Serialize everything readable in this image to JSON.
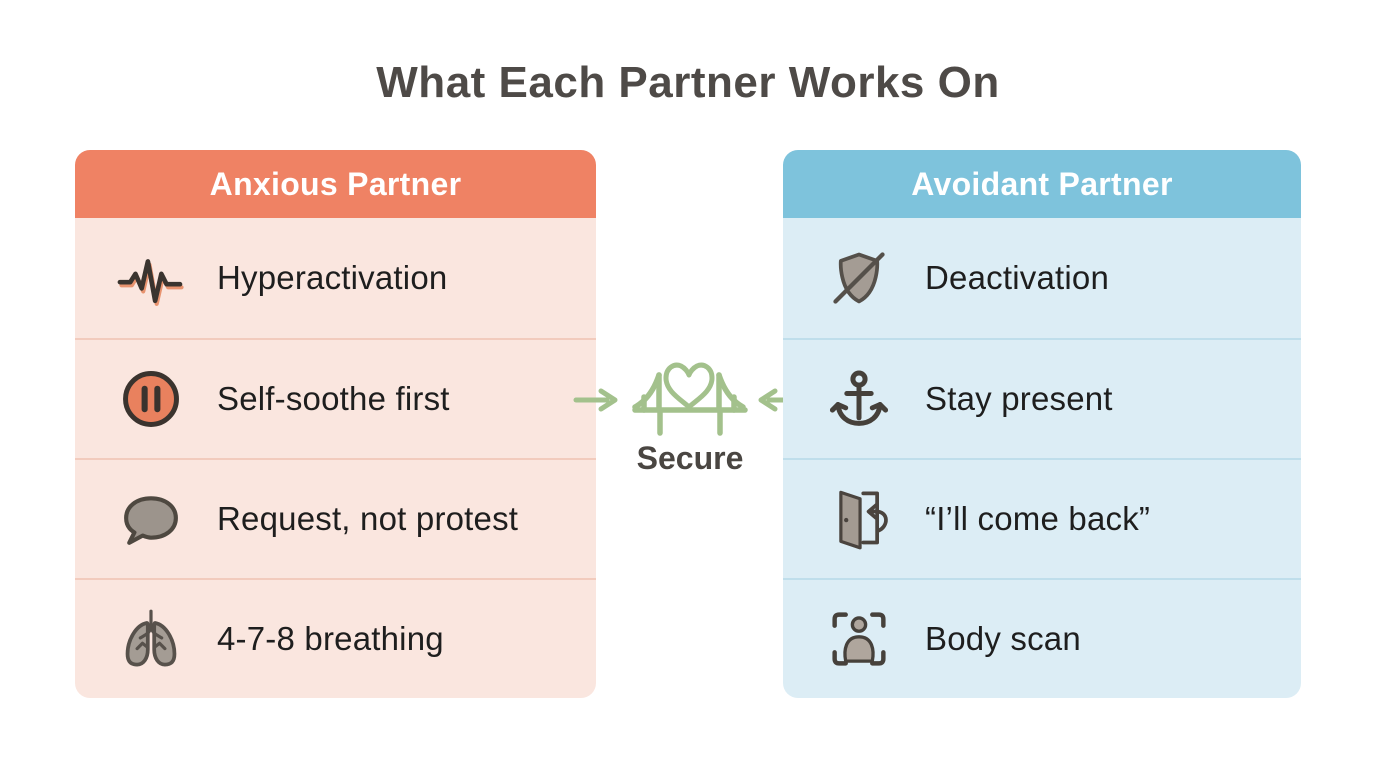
{
  "title": "What Each Partner Works On",
  "columns": [
    {
      "header": "Anxious Partner",
      "header_color": "#EF8264",
      "row_color": "#FAE6DF",
      "items": [
        {
          "label": "Hyperactivation",
          "icon": "pulse-waveform-icon"
        },
        {
          "label": "Self-soothe first",
          "icon": "pause-icon"
        },
        {
          "label": "Request, not protest",
          "icon": "speech-bubble-icon"
        },
        {
          "label": "4-7-8 breathing",
          "icon": "lungs-icon"
        }
      ]
    },
    {
      "header": "Avoidant Partner",
      "header_color": "#7EC3DC",
      "row_color": "#DCEDF5",
      "items": [
        {
          "label": "Deactivation",
          "icon": "shield-slash-icon"
        },
        {
          "label": "Stay present",
          "icon": "anchor-icon"
        },
        {
          "label": "“I’ll come back”",
          "icon": "door-return-icon"
        },
        {
          "label": "Body scan",
          "icon": "body-scan-icon"
        }
      ]
    }
  ],
  "center": {
    "label": "Secure",
    "icon": "bridge-heart-icon",
    "accent_color": "#A3C18C",
    "arrows": [
      "left-to-center-arrow",
      "right-to-center-arrow"
    ]
  }
}
